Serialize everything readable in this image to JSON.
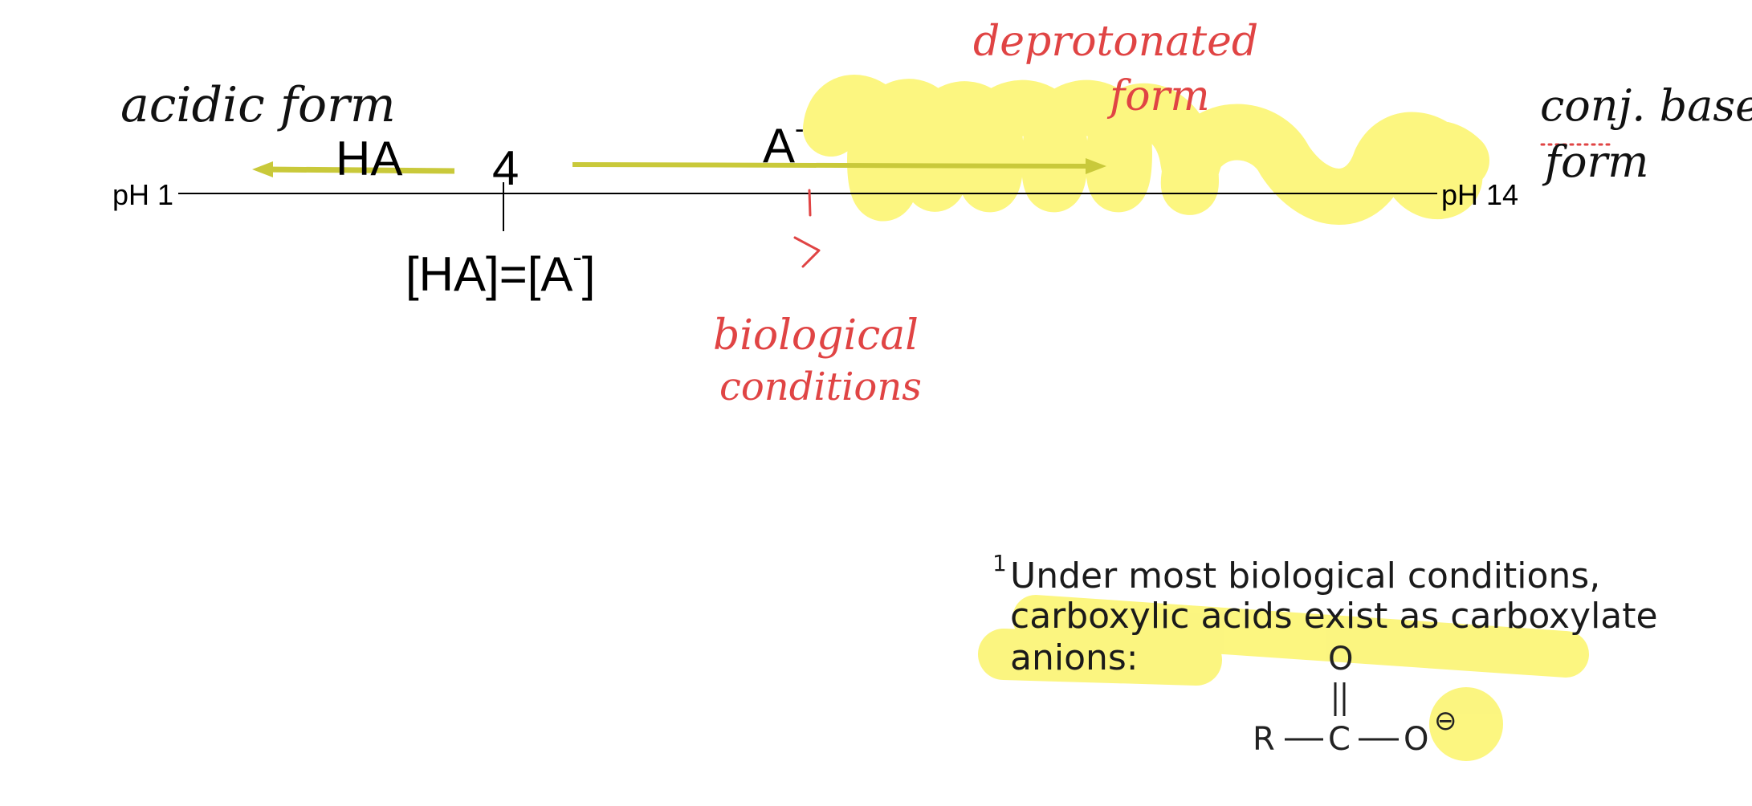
{
  "axis": {
    "left_label": "pH 1",
    "right_label": "pH 14",
    "pka_value": "4",
    "equal_label_main": "[HA]=[A",
    "equal_label_sup": "-",
    "equal_label_end": "]"
  },
  "species": {
    "acid": "HA",
    "base_main": "A",
    "base_sup": "-"
  },
  "annotations": {
    "acidic_form": "acidic form",
    "deprotonated": "deprotonated",
    "form": "form",
    "conj_base": "conj. base",
    "conj_form": "form",
    "biological": "biological",
    "conditions": "conditions"
  },
  "footnote": {
    "number": "1",
    "line1": "Under most biological conditions,",
    "line2": "carboxylic acids exist as carboxylate",
    "line3": "anions:"
  },
  "structure": {
    "r": "R",
    "c": "C",
    "o_top": "O",
    "o_right": "O",
    "charge": "⊖"
  },
  "colors": {
    "highlight": "#fbf46a",
    "arrow": "#c9c93a",
    "ink_red": "#e04444",
    "ink_black": "#111111"
  }
}
